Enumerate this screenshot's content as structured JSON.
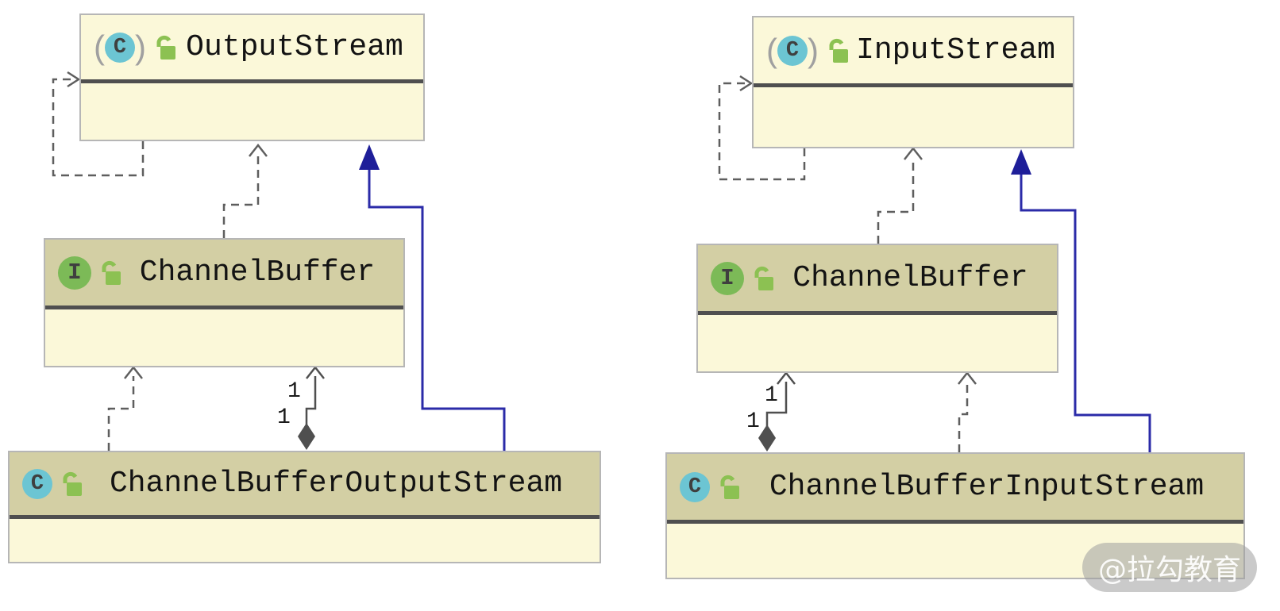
{
  "nodes": [
    {
      "name": "OutputStream",
      "stereotype": "abstract-class",
      "icon_letter": "C",
      "abstract_paren_left": "(",
      "abstract_paren_right": ")",
      "lock_icon": "open-lock-icon",
      "header_style": "plain"
    },
    {
      "name": "ChannelBuffer",
      "stereotype": "interface",
      "icon_letter": "I",
      "lock_icon": "open-lock-icon",
      "header_style": "highlight"
    },
    {
      "name": "ChannelBufferOutputStream",
      "stereotype": "class",
      "icon_letter": "C",
      "lock_icon": "open-lock-icon",
      "header_style": "highlight"
    },
    {
      "name": "InputStream",
      "stereotype": "abstract-class",
      "icon_letter": "C",
      "abstract_paren_left": "(",
      "abstract_paren_right": ")",
      "lock_icon": "open-lock-icon",
      "header_style": "plain"
    },
    {
      "name": "ChannelBuffer",
      "stereotype": "interface",
      "icon_letter": "I",
      "lock_icon": "open-lock-icon",
      "header_style": "highlight"
    },
    {
      "name": "ChannelBufferInputStream",
      "stereotype": "class",
      "icon_letter": "C",
      "lock_icon": "open-lock-icon",
      "header_style": "highlight"
    }
  ],
  "edges": {
    "multiplicities": {
      "left_upper": "1",
      "left_lower": "1",
      "right_upper": "1",
      "right_lower": "1"
    }
  },
  "watermark": {
    "text": "@拉勾教育"
  },
  "colors": {
    "node_body": "#fbf8d9",
    "node_header_highlight": "#d3cfa4",
    "node_border": "#b6b6b6",
    "divider": "#4f4f4f",
    "edge_gray": "#5e5e5e",
    "edge_blue": "#2b2ba8",
    "inheritance_triangle": "#1e1e99",
    "aggregation_diamond": "#4f4f4f",
    "class_icon": "#6cc5d3",
    "interface_icon": "#7cba57",
    "lock_icon": "#8cc152",
    "watermark_text": "#ffffff"
  }
}
